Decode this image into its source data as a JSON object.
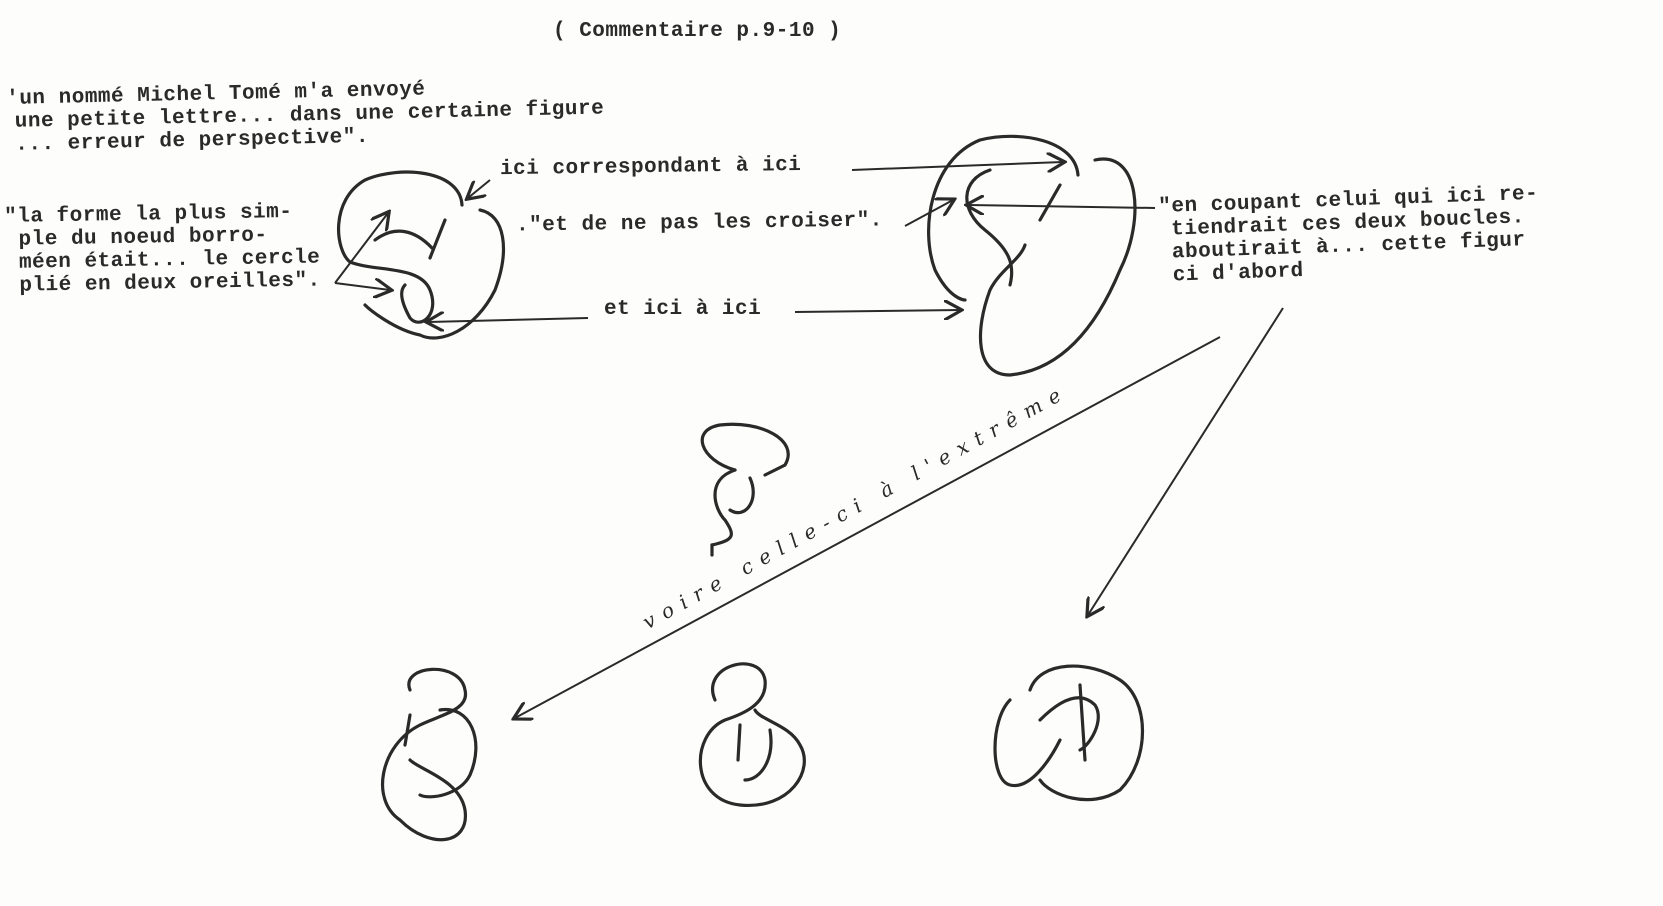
{
  "title": "( Commentaire p.9-10 )",
  "quote_letter": [
    "'un nommé Michel Tomé m'a envoyé",
    "une petite lettre... dans une certaine figure",
    "... erreur de perspective\"."
  ],
  "quote_forme": [
    "\"la forme la plus sim-",
    "ple du noeud borro-",
    "méen était... le cercle",
    "plié en deux oreilles\"."
  ],
  "label_ici_correspondant": "ici correspondant à ici",
  "label_croiser": ".\"et de ne pas les croiser\".",
  "label_et_ici": "et ici à ici",
  "quote_coupant": [
    "\"en coupant celui qui ici re-",
    "tiendrait ces deux boucles.",
    "aboutirait à... cette figur",
    "ci d'abord"
  ],
  "handwritten_note": "voire celle-ci à l'extrême"
}
